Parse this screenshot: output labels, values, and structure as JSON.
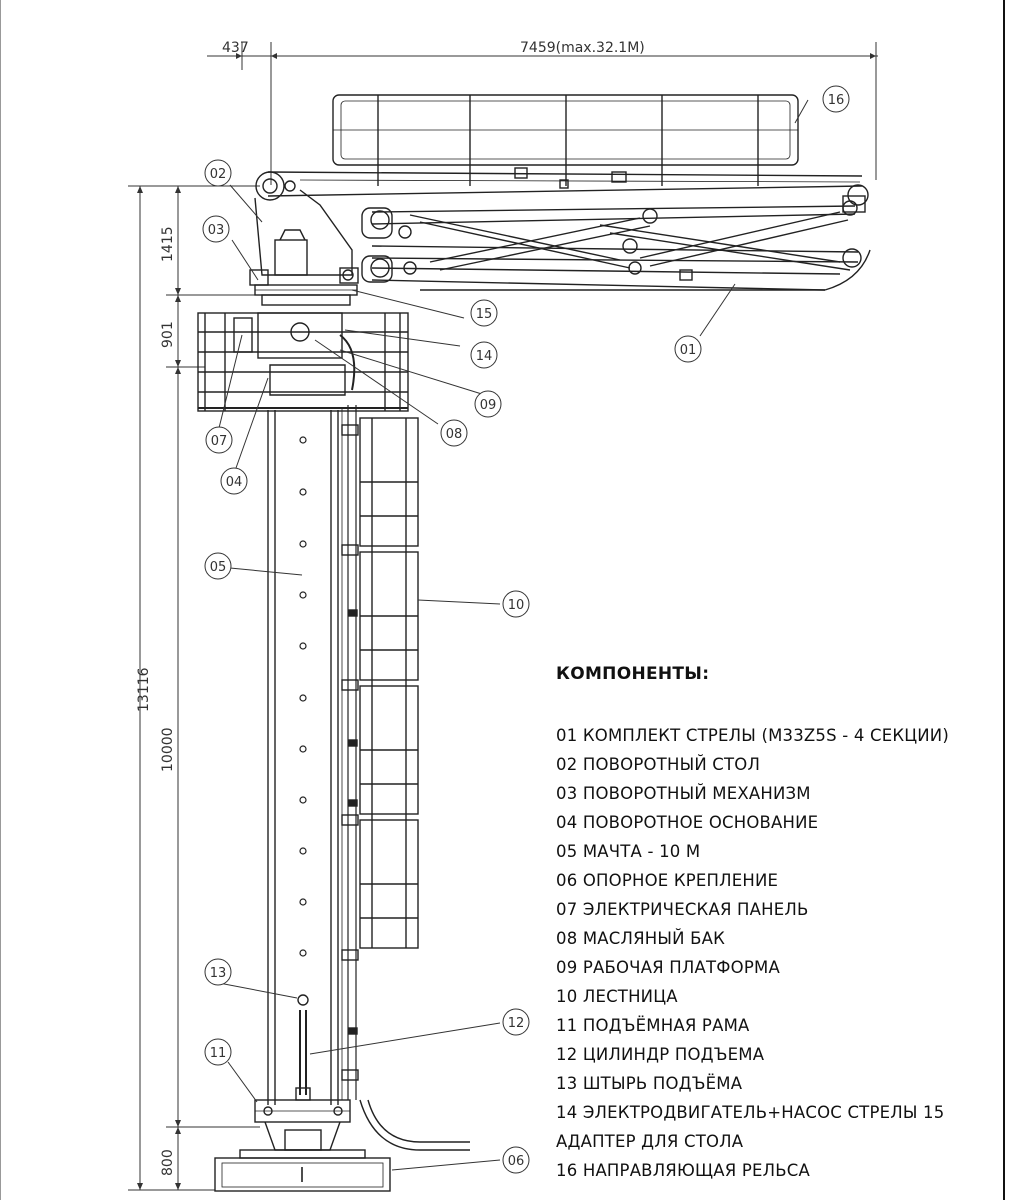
{
  "dimensions": {
    "top_left": "437",
    "top_right": "7459(max.32.1M)",
    "total_height": "13116",
    "seg_1415": "1415",
    "seg_901": "901",
    "seg_10000": "10000",
    "seg_800": "800"
  },
  "callouts": {
    "c01": "01",
    "c02": "02",
    "c03": "03",
    "c04": "04",
    "c05": "05",
    "c06": "06",
    "c07": "07",
    "c08": "08",
    "c09": "09",
    "c10": "10",
    "c11": "11",
    "c12": "12",
    "c13": "13",
    "c14": "14",
    "c15": "15",
    "c16": "16"
  },
  "legend": {
    "title": "КОМПОНЕНТЫ:",
    "items": [
      "01 КОМПЛЕКТ СТРЕЛЫ (M33Z5S - 4 СЕКЦИИ)",
      "02 ПОВОРОТНЫЙ СТОЛ",
      "03 ПОВОРОТНЫЙ МЕХАНИЗМ",
      "04 ПОВОРОТНОЕ ОСНОВАНИЕ",
      "05 МАЧТА - 10 М",
      "06 ОПОРНОЕ КРЕПЛЕНИЕ",
      "07 ЭЛЕКТРИЧЕСКАЯ ПАНЕЛЬ",
      "08 МАСЛЯНЫЙ БАК",
      "09 РАБОЧАЯ ПЛАТФОРМА",
      "10 ЛЕСТНИЦА",
      "11 ПОДЪЁМНАЯ РАМА",
      "12 ЦИЛИНДР ПОДЪЕМА",
      "13 ШТЫРЬ ПОДЪЁМА",
      "14 ЭЛЕКТРОДВИГАТЕЛЬ+НАСОС СТРЕЛЫ 15",
      "АДАПТЕР ДЛЯ СТОЛА",
      "16 НАПРАВЛЯЮЩАЯ РЕЛЬСА"
    ]
  },
  "colors": {
    "line": "#222222",
    "dim": "#333333"
  }
}
